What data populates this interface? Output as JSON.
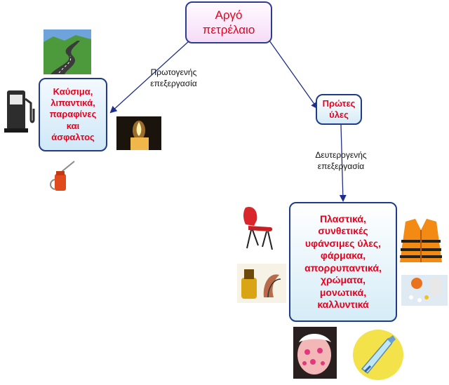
{
  "concept_map": {
    "root": {
      "text": "Αργό\nπετρέλαιο"
    },
    "nodes": [
      {
        "id": "fuels",
        "text": "Καύσιμα,\nλιπαντικά,\nπαραφίνες\nκαι\nάσφαλτος"
      },
      {
        "id": "raw",
        "text": "Πρώτες\nύλες"
      },
      {
        "id": "products",
        "text": "Πλαστικά,\nσυνθετικές\nυφάνσιμες ύλες,\nφάρμακα,\nαπορρυπαντικά,\nχρώματα,\nμονωτικά,\nκαλλυντικά"
      }
    ],
    "links": [
      {
        "from": "root",
        "to": "fuels",
        "label": "Πρωτογενής\nεπεξεργασία"
      },
      {
        "from": "root",
        "to": "raw",
        "label": ""
      },
      {
        "from": "raw",
        "to": "products",
        "label": "Δευτερογενής\nεπεξεργασία"
      }
    ]
  },
  "pictures": [
    {
      "name": "road-icon"
    },
    {
      "name": "fuel-pump-icon"
    },
    {
      "name": "candle-icon"
    },
    {
      "name": "oil-can-icon"
    },
    {
      "name": "chair-icon"
    },
    {
      "name": "life-vest-icon"
    },
    {
      "name": "glue-bottle-icon"
    },
    {
      "name": "pills-icon"
    },
    {
      "name": "face-mask-icon"
    },
    {
      "name": "toothpaste-icon"
    }
  ],
  "colors": {
    "node_text": "#e8001c",
    "node_border": "#1f3b8c",
    "arrow": "#1f2e8c"
  }
}
